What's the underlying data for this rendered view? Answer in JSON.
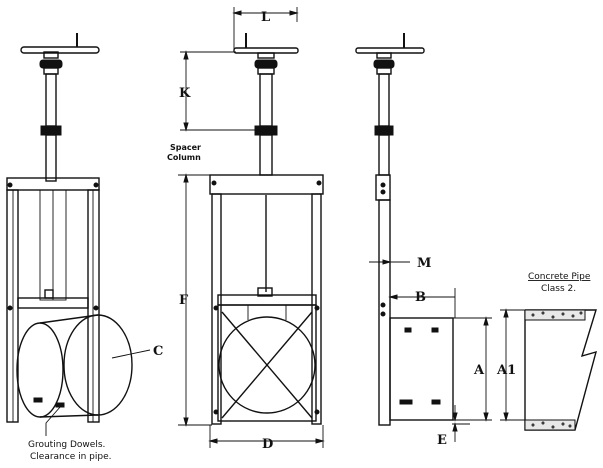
{
  "dimensions": {
    "L": "L",
    "K": "K",
    "F": "F",
    "D": "D",
    "C": "C",
    "M": "M",
    "B": "B",
    "A": "A",
    "A1": "A1",
    "E": "E"
  },
  "notes": {
    "spacer_line1": "Spacer",
    "spacer_line2": "Column",
    "grouting_line1": "Grouting Dowels.",
    "grouting_line2": "Clearance in pipe.",
    "concrete_line1": "Concrete Pipe",
    "concrete_line2": "Class 2."
  }
}
